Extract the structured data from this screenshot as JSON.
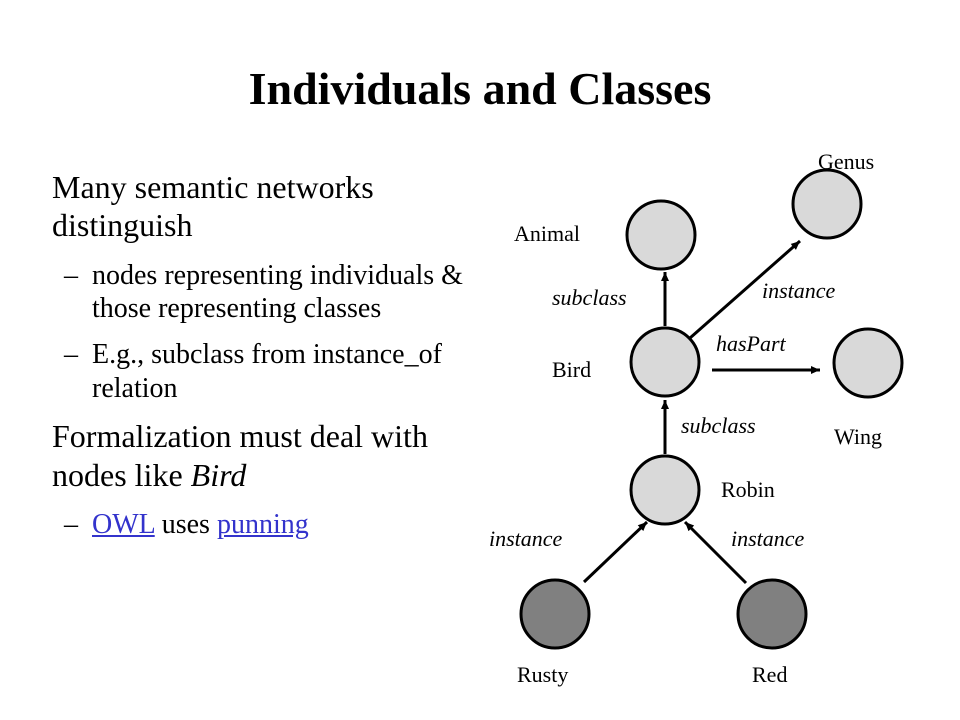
{
  "slide": {
    "title": "Individuals and Classes",
    "bullet1": "Many semantic networks distinguish",
    "sub1": "nodes representing individuals & those representing classes",
    "sub2": "E.g., subclass from instance_of relation",
    "bullet2_prefix": "Formalization must deal with nodes like ",
    "bullet2_emph": "Bird",
    "sub3_link1": "OWL",
    "sub3_mid": " uses ",
    "sub3_link2": "punning",
    "dash": "–"
  },
  "diagram": {
    "nodes": {
      "animal": "Animal",
      "genus": "Genus",
      "bird": "Bird",
      "wing": "Wing",
      "robin": "Robin",
      "rusty": "Rusty",
      "red": "Red"
    },
    "edges": {
      "bird_animal": "subclass",
      "bird_genus": "instance",
      "bird_wing": "hasPart",
      "robin_bird": "subclass",
      "rusty_robin": "instance",
      "red_robin": "instance"
    },
    "colors": {
      "class_fill": "#d9d9d9",
      "individual_fill": "#808080",
      "stroke": "#000000",
      "link": "#3333cc"
    }
  }
}
